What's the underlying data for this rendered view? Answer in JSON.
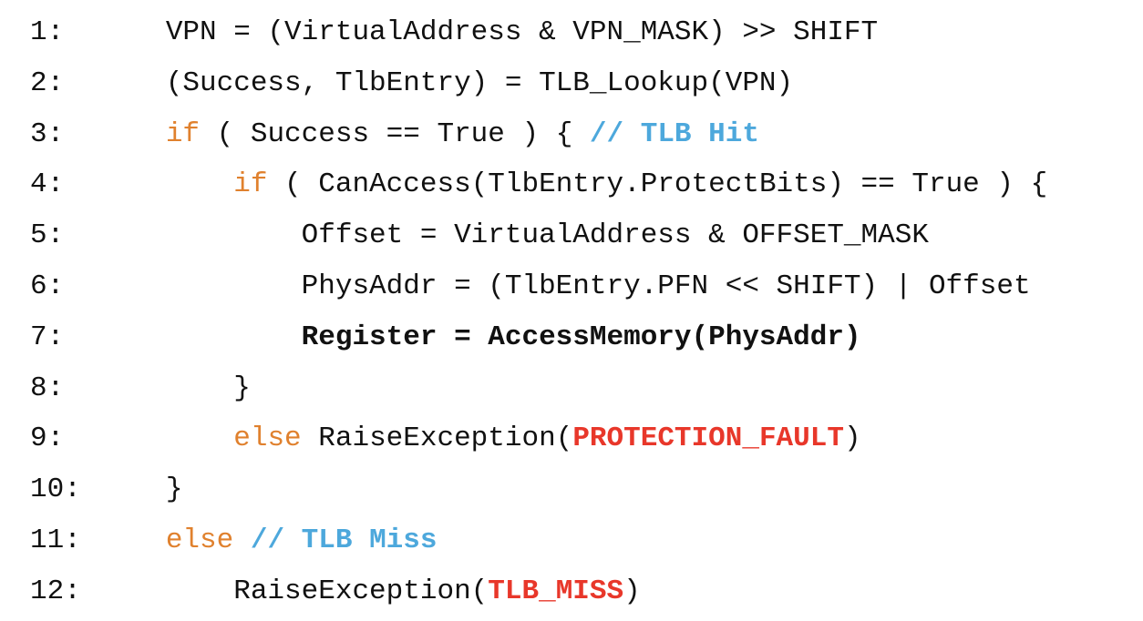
{
  "colors": {
    "background": "#ffffff",
    "text": "#111111",
    "keyword": "#e0812e",
    "comment": "#4da8dc",
    "error": "#e8372a"
  },
  "code": {
    "lines": [
      {
        "num": "1:",
        "segments": [
          {
            "text": "VPN = (VirtualAddress & VPN_MASK) >> SHIFT",
            "style": "plain"
          }
        ]
      },
      {
        "num": "2:",
        "segments": [
          {
            "text": "(Success, TlbEntry) = TLB_Lookup(VPN)",
            "style": "plain"
          }
        ]
      },
      {
        "num": "3:",
        "segments": [
          {
            "text": "if",
            "style": "kw"
          },
          {
            "text": " ( Success == True ) { ",
            "style": "plain"
          },
          {
            "text": "// TLB Hit",
            "style": "cmt"
          }
        ]
      },
      {
        "num": "4:",
        "segments": [
          {
            "text": "    ",
            "style": "plain"
          },
          {
            "text": "if",
            "style": "kw"
          },
          {
            "text": " ( CanAccess(TlbEntry.ProtectBits) == True ) {",
            "style": "plain"
          }
        ]
      },
      {
        "num": "5:",
        "segments": [
          {
            "text": "        Offset = VirtualAddress & OFFSET_MASK",
            "style": "plain"
          }
        ]
      },
      {
        "num": "6:",
        "segments": [
          {
            "text": "        PhysAddr = (TlbEntry.PFN << SHIFT) | Offset",
            "style": "plain"
          }
        ]
      },
      {
        "num": "7:",
        "segments": [
          {
            "text": "        ",
            "style": "plain"
          },
          {
            "text": "Register = AccessMemory(PhysAddr)",
            "style": "bold"
          }
        ]
      },
      {
        "num": "8:",
        "segments": [
          {
            "text": "    }",
            "style": "plain"
          }
        ]
      },
      {
        "num": "9:",
        "segments": [
          {
            "text": "    ",
            "style": "plain"
          },
          {
            "text": "else",
            "style": "kw"
          },
          {
            "text": " RaiseException(",
            "style": "plain"
          },
          {
            "text": "PROTECTION_FAULT",
            "style": "err"
          },
          {
            "text": ")",
            "style": "plain"
          }
        ]
      },
      {
        "num": "10:",
        "segments": [
          {
            "text": "}",
            "style": "plain"
          }
        ]
      },
      {
        "num": "11:",
        "segments": [
          {
            "text": "else",
            "style": "kw"
          },
          {
            "text": " ",
            "style": "plain"
          },
          {
            "text": "// TLB Miss",
            "style": "cmt"
          }
        ]
      },
      {
        "num": "12:",
        "segments": [
          {
            "text": "    RaiseException(",
            "style": "plain"
          },
          {
            "text": "TLB_MISS",
            "style": "err"
          },
          {
            "text": ")",
            "style": "plain"
          }
        ]
      }
    ]
  }
}
